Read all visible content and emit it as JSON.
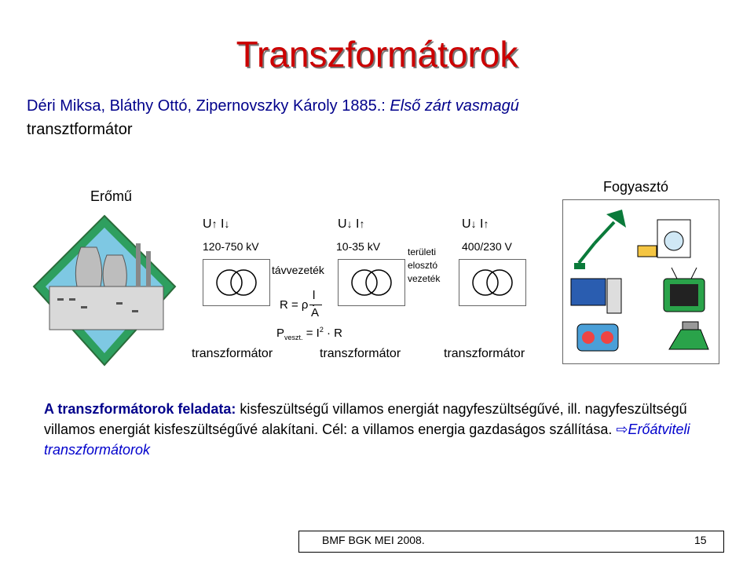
{
  "title": "Transzformátorok",
  "subtitle": {
    "names": "Déri Miksa, Bláthy Ottó, Zipernovszky Károly",
    "year": " 1885.: ",
    "desc": "Első zárt vasmagú",
    "line2": "transztformátor"
  },
  "diagram": {
    "source_label": "Erőmű",
    "consumer_label": "Fogyasztó",
    "stage1": {
      "arrows": "U I",
      "voltage": "120-750 kV",
      "line_label": "távvezeték",
      "caption": "transzformátor"
    },
    "stage2": {
      "arrows": "U I",
      "voltage": "10-35 kV",
      "caption": "transzformátor"
    },
    "stage3": {
      "arrows": "U I",
      "voltage": "400/230 V",
      "caption": "transzformátor"
    },
    "local_label_1": "területi",
    "local_label_2": "elosztó",
    "local_label_3": "vezeték",
    "formula_R": "R = ρ ·",
    "formula_l": "l",
    "formula_A": "A",
    "formula_P": "P",
    "formula_P_sub": "veszt.",
    "formula_P_rhs": "= I",
    "formula_P_exp": "2",
    "formula_P_R": "· R"
  },
  "paragraph": {
    "lead": "A transzformátorok feladata:",
    "body": " kisfeszültségű villamos energiát nagyfeszültségűvé, ill. nagyfeszültségű villamos energiát kisfeszültségűvé alakítani. Cél: a villamos energia gazdaságos szállítása. ",
    "arrow": "⇨",
    "link": "Erőátviteli transzformátorok"
  },
  "footer": {
    "text": "BMF BGK MEI 2008.",
    "page": "15"
  }
}
